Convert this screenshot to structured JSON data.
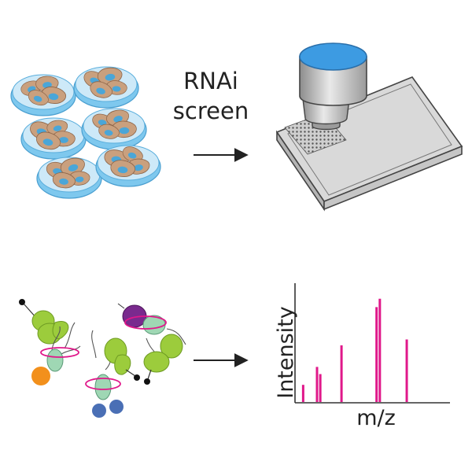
{
  "screen_label": {
    "line1": "RNAi",
    "line2": "screen"
  },
  "chart_data": {
    "type": "bar",
    "xlabel": "m/z",
    "ylabel": "Intensity",
    "peak_color": "#e0188a",
    "x": [
      1.0,
      2.7,
      3.1,
      5.7,
      10.0,
      10.4,
      13.7
    ],
    "values": [
      0.15,
      0.3,
      0.24,
      0.48,
      0.8,
      0.87,
      0.53
    ],
    "xlim": [
      0,
      19
    ],
    "ylim": [
      0,
      1
    ]
  },
  "colors": {
    "dish": "#7ec8ee",
    "cell": "#c9a07e",
    "nucleus": "#4aa6d8",
    "lens_cap": "#3d9be2",
    "protein_green": "#9ccc3c",
    "protein_teal": "#9fd7b4",
    "ring": "#e0188a",
    "orange_bead": "#f2901c",
    "blue_bead": "#4a6fb5",
    "purple_bead": "#7a2a8e"
  }
}
